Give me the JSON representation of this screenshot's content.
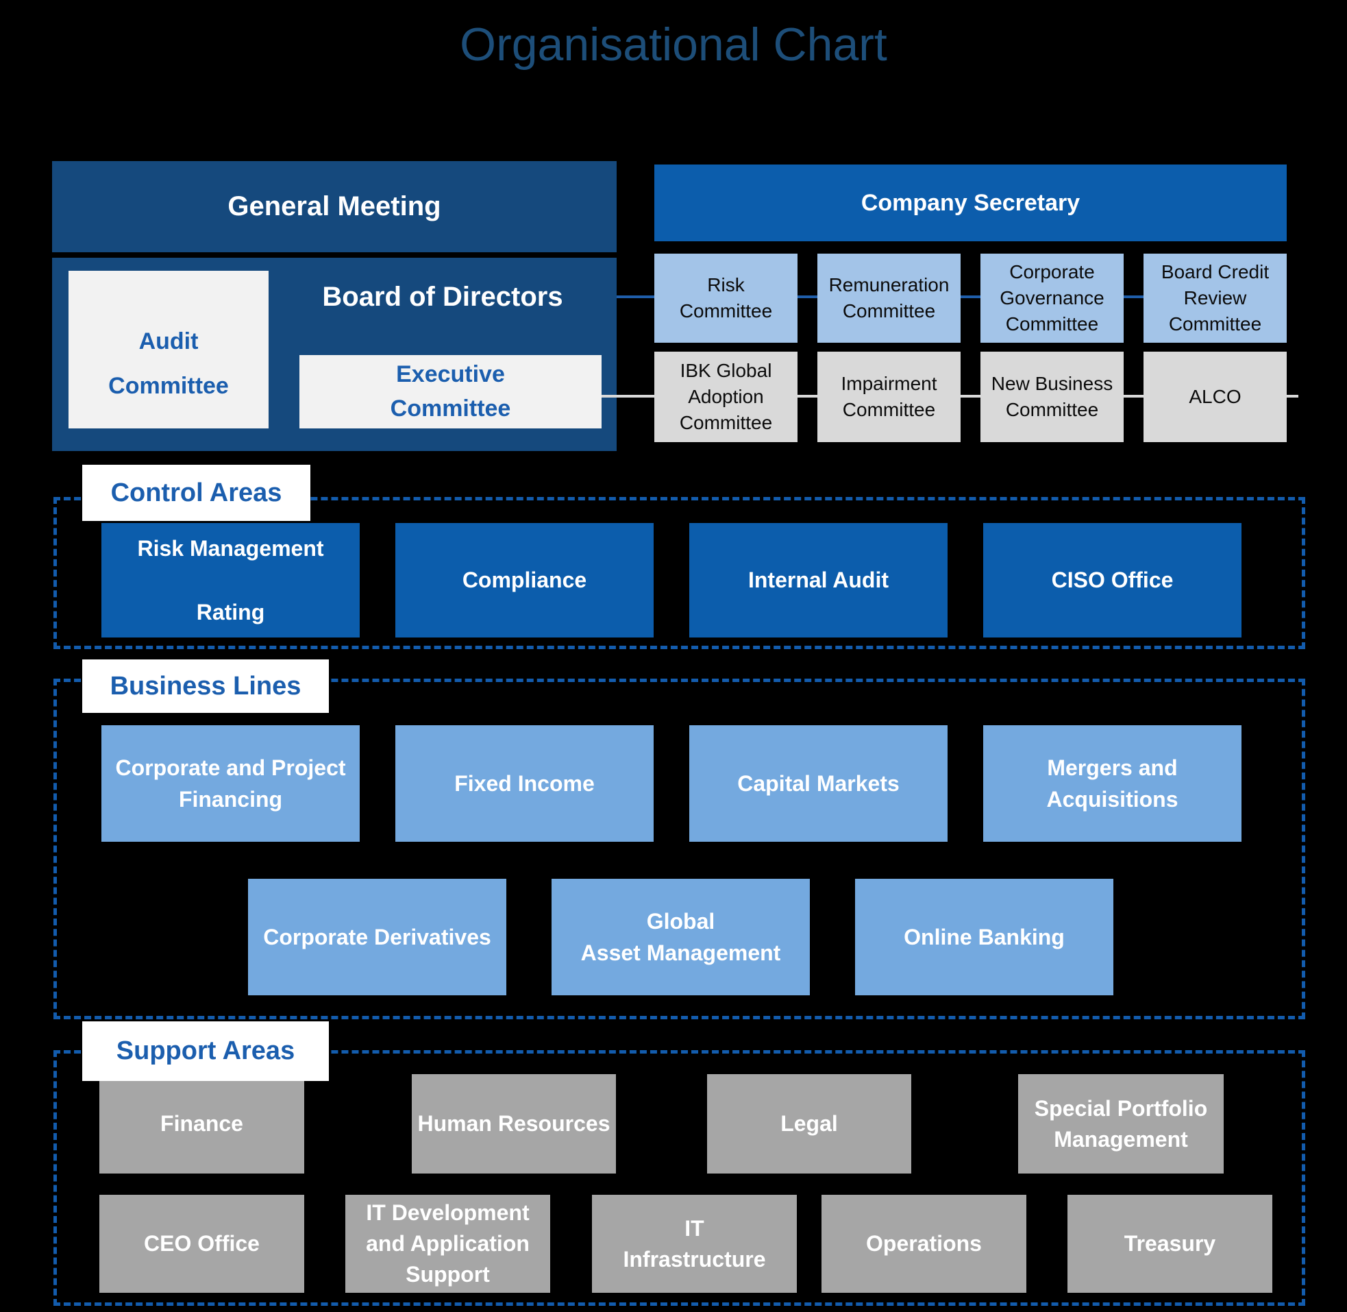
{
  "title": "Organisational Chart",
  "governance": {
    "general_meeting": "General Meeting",
    "board_of_directors": "Board of Directors",
    "audit_committee": "Audit\nCommittee",
    "executive_committee": "Executive\nCommittee",
    "company_secretary": "Company Secretary"
  },
  "board_committees": {
    "row1": [
      "Risk\nCommittee",
      "Remuneration\nCommittee",
      "Corporate\nGovernance\nCommittee",
      "Board Credit\nReview\nCommittee"
    ],
    "row2": [
      "IBK Global\nAdoption\nCommittee",
      "Impairment\nCommittee",
      "New Business\nCommittee",
      "ALCO"
    ]
  },
  "sections": {
    "control_areas": {
      "label": "Control Areas",
      "boxes": [
        "Risk Management\n\nRating",
        "Compliance",
        "Internal Audit",
        "CISO Office"
      ]
    },
    "business_lines": {
      "label": "Business Lines",
      "row1": [
        "Corporate and Project\nFinancing",
        "Fixed Income",
        "Capital Markets",
        "Mergers and\nAcquisitions"
      ],
      "row2": [
        "Corporate Derivatives",
        "Global\nAsset Management",
        "Online Banking"
      ]
    },
    "support_areas": {
      "label": "Support Areas",
      "row1": [
        "Finance",
        "Human Resources",
        "Legal",
        "Special Portfolio\nManagement"
      ],
      "row2": [
        "CEO Office",
        "IT Development\nand Application\nSupport",
        "IT\nInfrastructure",
        "Operations",
        "Treasury"
      ]
    }
  },
  "colors": {
    "background": "#000000",
    "dark_navy": "#15497D",
    "bright_blue": "#0C5DAC",
    "light_blue": "#A3C4E8",
    "business_blue": "#74A9DF",
    "committee_gray": "#D9D9D9",
    "support_gray": "#A6A6A6",
    "label_blue": "#1B5EAE",
    "dashed_border": "#135CAD",
    "title_blue": "#1D4E79"
  }
}
